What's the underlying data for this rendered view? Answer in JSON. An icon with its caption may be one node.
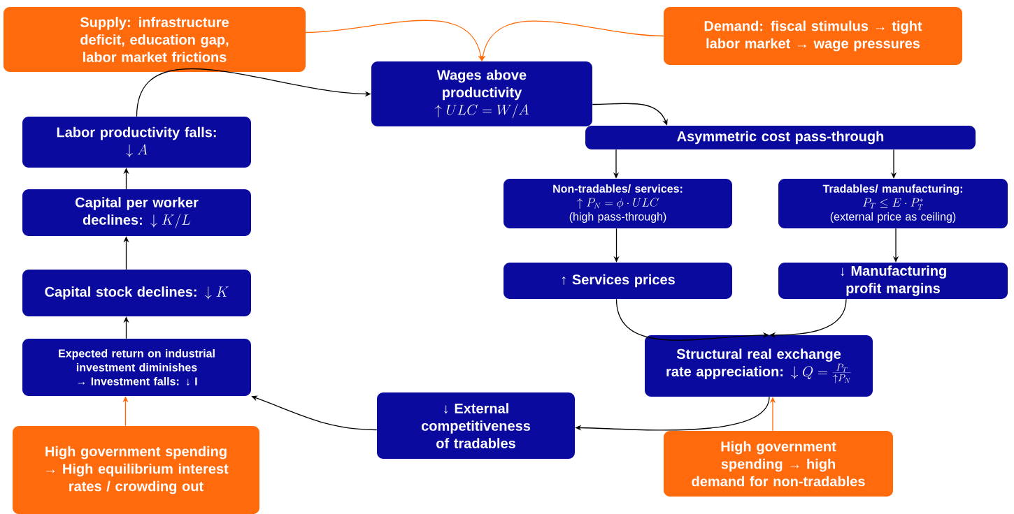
{
  "diagram": {
    "nodes": [
      {
        "text": [
          "Supply: infrastructure deficit, education gap, labor market frictions"
        ]
      },
      {
        "text": [
          "Demand: fiscal stimulus → tight labor market → wage pressures"
        ]
      },
      {
        "text": [
          "Wages above productivity",
          "\\uparrow ULC = W/A"
        ]
      },
      {
        "text": [
          "Asymmetric cost pass-through"
        ]
      },
      {
        "text": [
          "Non-tradables/ services:",
          "\\uparrow P_N = \\phi \\cdot ULC",
          "(high pass-through)"
        ]
      },
      {
        "text": [
          "Tradables/ manufacturing:",
          "P_T \\leq E \\cdot P_T^*",
          "(external price as ceiling)"
        ]
      },
      {
        "text": [
          "↑ Services prices"
        ]
      },
      {
        "text": [
          "↓ Manufacturing profit margins"
        ]
      },
      {
        "text": [
          "Structural real exchange rate appreciation:",
          "\\downarrow Q = \\frac{P_T}{\\uparrow P_N}"
        ]
      },
      {
        "text": [
          "High government spending → high demand for non-tradables"
        ]
      },
      {
        "text": [
          "↓ External competitiveness of tradables"
        ]
      },
      {
        "text": [
          "High government spending → High equilibrium interest rates / crowding out"
        ]
      },
      {
        "text": [
          "Expected return on industrial investment diminishes → Investment falls: ↓ I"
        ]
      },
      {
        "text": [
          "Capital stock declines:",
          "\\downarrow K"
        ]
      },
      {
        "text": [
          "Capital per worker declines:",
          "\\downarrow K/L"
        ]
      },
      {
        "text": [
          "Labor productivity falls:",
          "\\downarrow A"
        ]
      }
    ],
    "edges": [
      {
        "from": 0,
        "to": 2,
        "arrow": "to",
        "color": "#ff6600"
      },
      {
        "from": 1,
        "to": 2,
        "arrow": "to",
        "color": "#ff6600"
      },
      {
        "from": 2,
        "to": 3,
        "arrow": "to"
      },
      {
        "from": 3,
        "to": 4,
        "arrow": "to"
      },
      {
        "from": 3,
        "to": 5,
        "arrow": "to"
      },
      {
        "from": 4,
        "to": 6,
        "arrow": "to"
      },
      {
        "from": 5,
        "to": 7,
        "arrow": "to"
      },
      {
        "from": 6,
        "to": 8,
        "arrow": "to"
      },
      {
        "from": 7,
        "to": 8,
        "arrow": "to"
      },
      {
        "from": 9,
        "to": 8,
        "arrow": "to",
        "color": "#ff6600"
      },
      {
        "from": 8,
        "to": 10,
        "arrow": "to"
      },
      {
        "from": 10,
        "to": 12,
        "arrow": "to"
      },
      {
        "from": 11,
        "to": 12,
        "arrow": "to",
        "color": "#ff6600"
      },
      {
        "from": 12,
        "to": 13,
        "arrow": "to"
      },
      {
        "from": 13,
        "to": 14,
        "arrow": "to"
      },
      {
        "from": 14,
        "to": 15,
        "arrow": "to"
      },
      {
        "from": 15,
        "to": 2,
        "arrow": "to"
      }
    ]
  }
}
